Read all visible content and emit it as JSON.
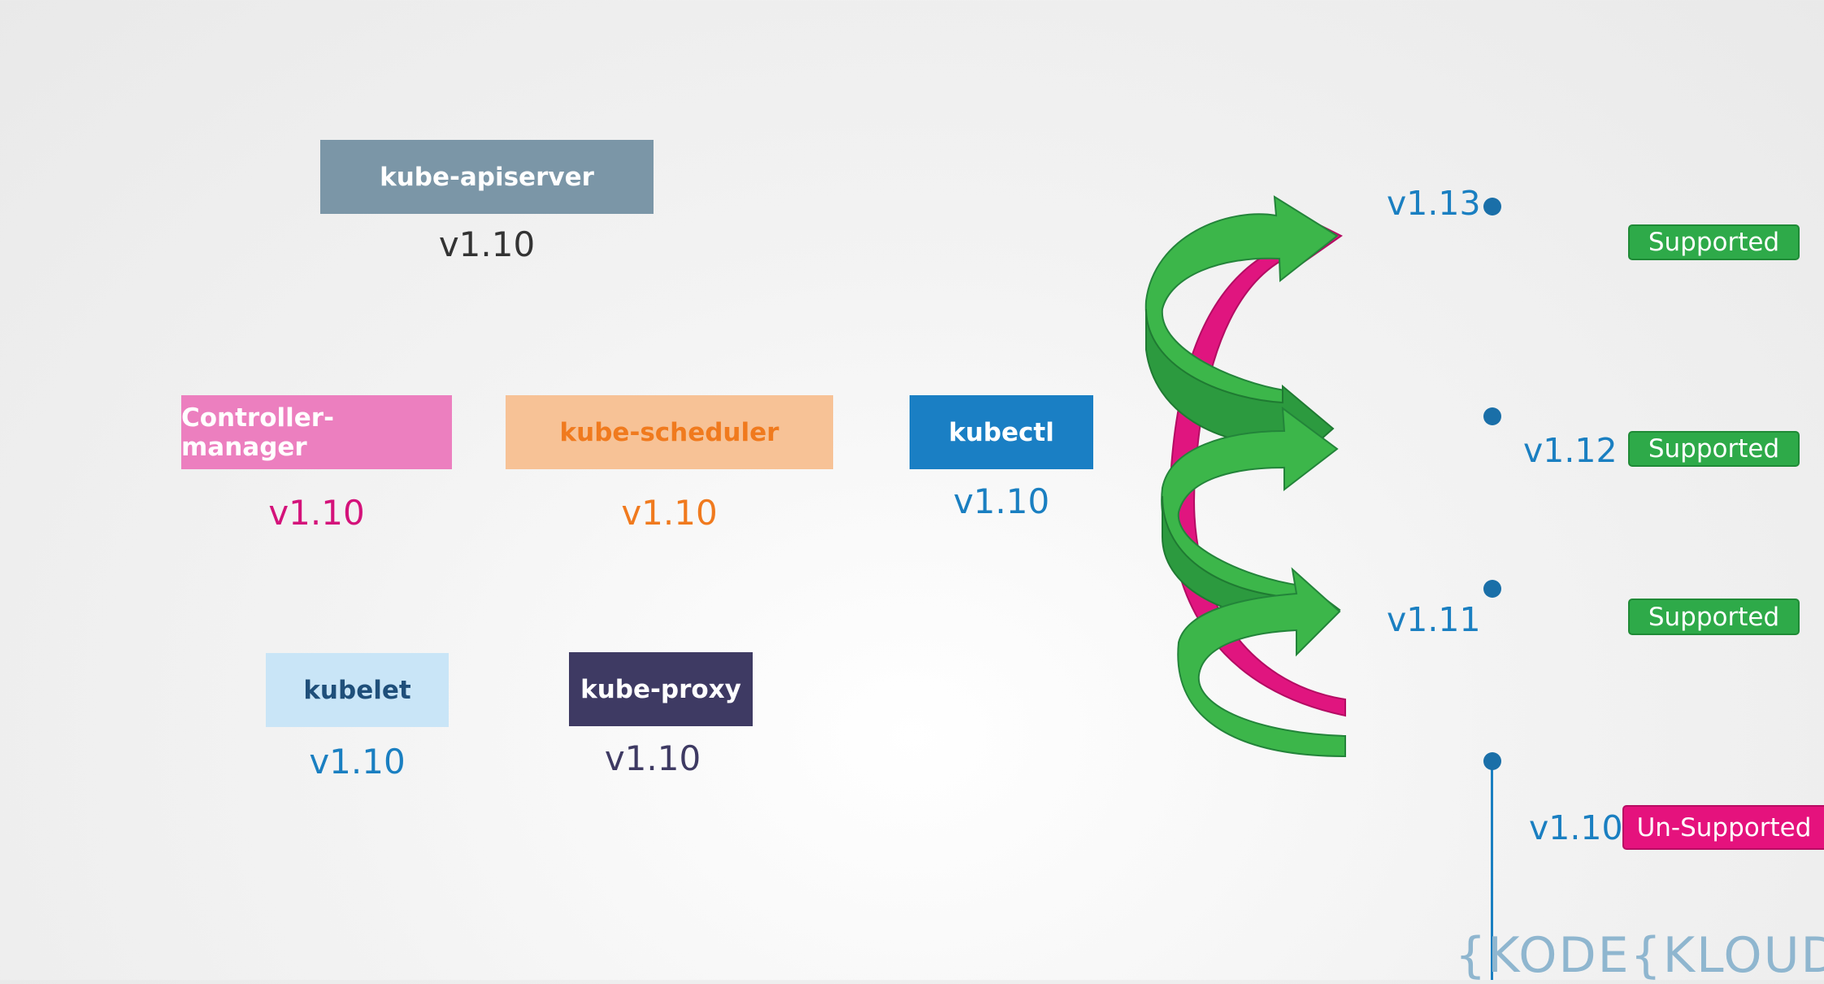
{
  "components": {
    "apiserver": {
      "label": "kube-apiserver",
      "version": "v1.10"
    },
    "controller": {
      "label": "Controller-manager",
      "version": "v1.10"
    },
    "scheduler": {
      "label": "kube-scheduler",
      "version": "v1.10"
    },
    "kubectl": {
      "label": "kubectl",
      "version": "v1.10"
    },
    "kubelet": {
      "label": "kubelet",
      "version": "v1.10"
    },
    "proxy": {
      "label": "kube-proxy",
      "version": "v1.10"
    }
  },
  "timeline": [
    {
      "version": "v1.13",
      "status": "Supported"
    },
    {
      "version": "v1.12",
      "status": "Supported"
    },
    {
      "version": "v1.11",
      "status": "Supported"
    },
    {
      "version": "v1.10",
      "status": "Un-Supported"
    }
  ],
  "logo": "{KODE{KLOUD",
  "colors": {
    "apiserver": "#7b96a7",
    "controller": "#ec7fbf",
    "scheduler": "#f7c296",
    "kubectl": "#1a7fc4",
    "kubelet": "#c9e5f7",
    "proxy": "#3e3a63",
    "supported": "#2eaa49",
    "unsupported": "#e5127d",
    "timeline": "#1a7fc1"
  }
}
